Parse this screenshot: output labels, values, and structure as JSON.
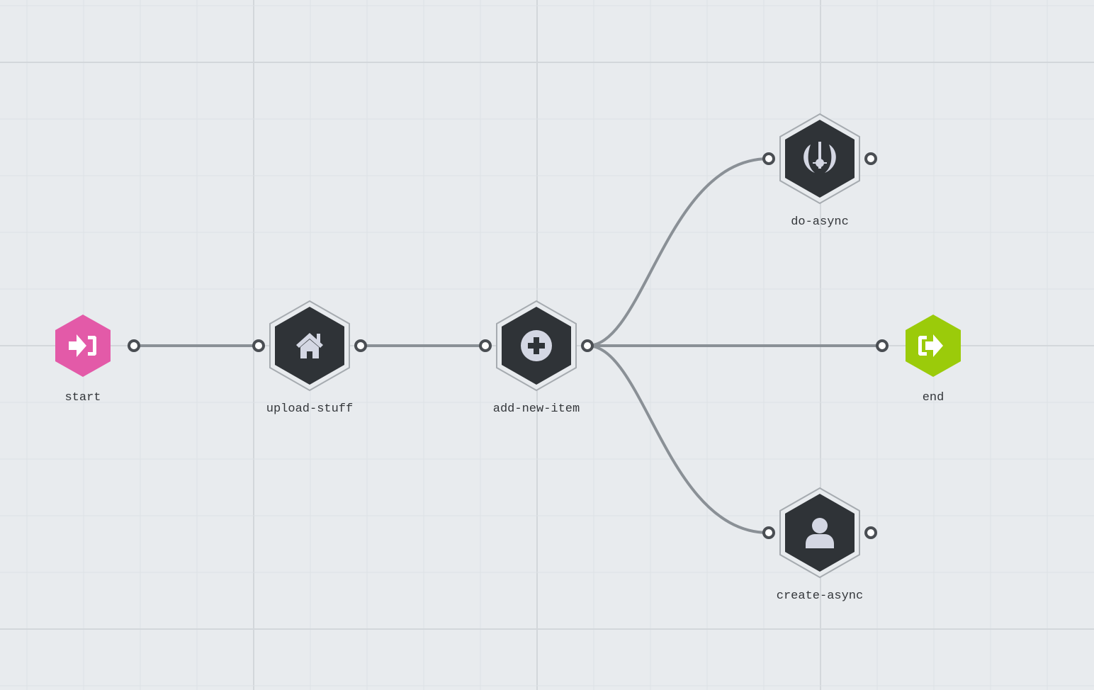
{
  "colors": {
    "background": "#e8ebee",
    "grid_minor": "#dde1e5",
    "grid_major": "#d3d7db",
    "edge": "#8a9096",
    "port": "#4a4e53",
    "task_fill": "#2f3337",
    "task_outline": "#a6abb0",
    "task_icon": "#d4d7e3",
    "start_fill": "#e35aa8",
    "end_fill": "#9bcb0a"
  },
  "nodes": {
    "start": {
      "label": "start",
      "icon": "sign-in-icon"
    },
    "upload_stuff": {
      "label": "upload-stuff",
      "icon": "home-icon"
    },
    "add_new_item": {
      "label": "add-new-item",
      "icon": "plus-circle-icon"
    },
    "do_async": {
      "label": "do-async",
      "icon": "jedi-order-icon"
    },
    "end": {
      "label": "end",
      "icon": "sign-out-icon"
    },
    "create_async": {
      "label": "create-async",
      "icon": "user-icon"
    }
  },
  "edges": [
    {
      "from": "start",
      "to": "upload-stuff"
    },
    {
      "from": "upload-stuff",
      "to": "add-new-item"
    },
    {
      "from": "add-new-item",
      "to": "do-async"
    },
    {
      "from": "add-new-item",
      "to": "end"
    },
    {
      "from": "add-new-item",
      "to": "create-async"
    }
  ]
}
